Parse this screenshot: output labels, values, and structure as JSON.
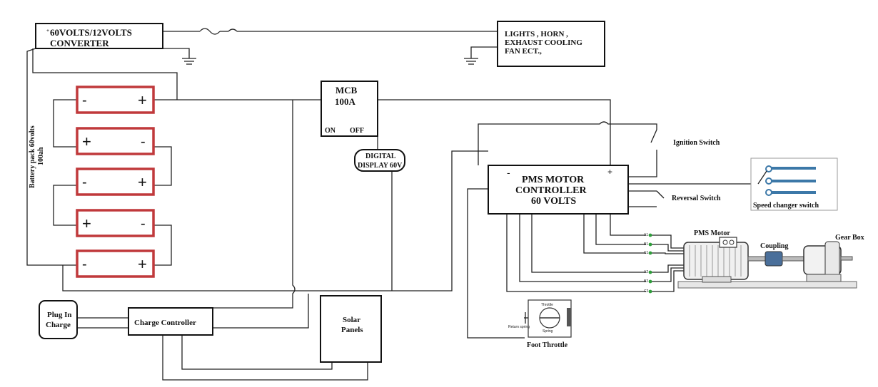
{
  "converter": {
    "line1": "60VOLTS/12VOLTS",
    "line2": "CONVERTER",
    "plus": "+"
  },
  "loads": {
    "line1": "LIGHTS , HORN ,",
    "line2": "EXHAUST COOLING",
    "line3": "FAN ECT.,"
  },
  "battery": {
    "label_line1": "Battery pack 60volts",
    "label_line2": "100ah",
    "minus": "-",
    "plus": "+"
  },
  "mcb": {
    "title": "MCB",
    "rating": "100A",
    "on": "ON",
    "off": "OFF"
  },
  "display": {
    "line1": "DIGITAL",
    "line2": "DISPLAY 60V"
  },
  "controller": {
    "line1": "PMS MOTOR",
    "line2": "CONTROLLER",
    "line3": "60 VOLTS",
    "minus": "-",
    "plus": "+"
  },
  "switches": {
    "ignition": "Ignition Switch",
    "reversal": "Reversal Switch"
  },
  "speed_changer": {
    "label": "Speed changer switch"
  },
  "motor_assembly": {
    "motor": "PMS Motor",
    "coupling": "Coupling",
    "gearbox": "Gear Box",
    "terminals": [
      "A1",
      "B1",
      "C1",
      "A2",
      "B2",
      "C2"
    ]
  },
  "throttle": {
    "label": "Foot Throttle",
    "dial_top": "Throttle",
    "dial_bottom": "Spring",
    "side_text": "Return spring"
  },
  "plug_in": {
    "line1": "Plug In",
    "line2": "Charge"
  },
  "charge_controller": {
    "label": "Charge Controller"
  },
  "solar": {
    "line1": "Solar",
    "line2": "Panels"
  },
  "colors": {
    "battery_border": "#c0393b",
    "terminal_green": "#2e9e3a",
    "shaft_blue": "#3c78a8",
    "coupling_blue": "#4a6f9a"
  }
}
